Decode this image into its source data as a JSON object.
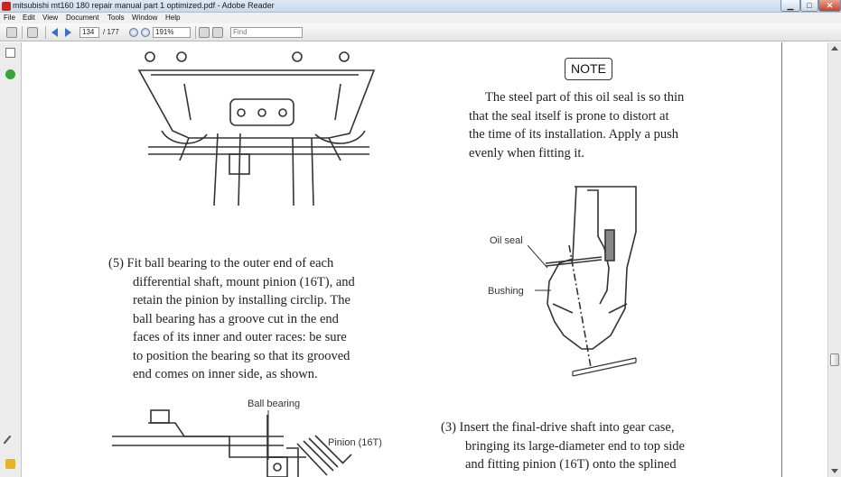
{
  "window": {
    "title": "mitsubishi mt160 180 repair manual part 1 optimized.pdf - Adobe Reader",
    "min_glyph": "▁",
    "max_glyph": "□",
    "close_glyph": "✕"
  },
  "menu": [
    "File",
    "Edit",
    "View",
    "Document",
    "Tools",
    "Window",
    "Help"
  ],
  "toolbar": {
    "page_current": "134",
    "page_total": "/ 177",
    "zoom": "191%",
    "find_placeholder": "Find"
  },
  "document": {
    "note_label": "NOTE",
    "note_lines": [
      "The steel part of this oil seal is so thin",
      "that the seal itself is prone to distort at",
      "the time of its installation. Apply a push",
      "evenly when fitting it."
    ],
    "step5_lines": [
      "(5) Fit ball bearing to the outer end of each",
      "differential shaft, mount pinion (16T), and",
      "retain the pinion by installing circlip. The",
      "ball bearing has a groove cut in the end",
      "faces of its inner and outer races: be sure",
      "to position the bearing so that its grooved",
      "end comes on inner side, as shown."
    ],
    "step3_lines": [
      "(3) Insert the final-drive shaft into gear case,",
      "bringing its large-diameter end to top side",
      "and fitting pinion (16T) onto the splined"
    ],
    "fig_labels": {
      "oil_seal": "Oil seal",
      "bushing": "Bushing",
      "ball_bearing": "Ball bearing",
      "pinion": "Pinion (16T)"
    }
  },
  "colors": {
    "close_button": "#c7422a",
    "titlebar": "#c9d9ec",
    "nav_green": "#3aa33a"
  }
}
